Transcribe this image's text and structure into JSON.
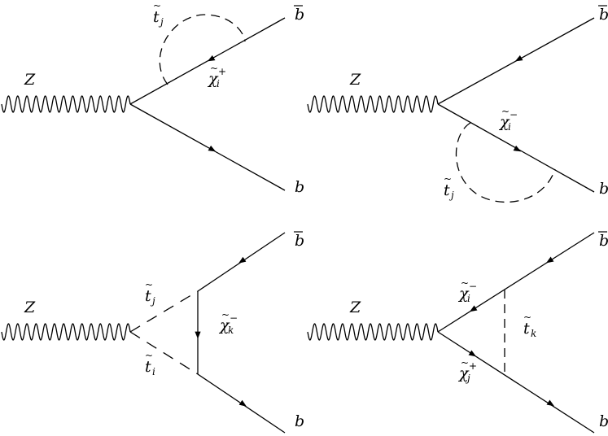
{
  "diagrams": [
    {
      "boson": "Z",
      "labels": [
        {
          "name": "stop-loop-label",
          "base": "t",
          "accent": "~",
          "sub": "j",
          "sup": ""
        },
        {
          "name": "chargino-label",
          "base": "χ",
          "accent": "~",
          "sub": "i",
          "sup": "+"
        },
        {
          "name": "bbar-label",
          "base": "b",
          "accent": "¯",
          "sub": "",
          "sup": ""
        },
        {
          "name": "b-label",
          "base": "b",
          "accent": "",
          "sub": "",
          "sup": ""
        }
      ]
    },
    {
      "boson": "Z",
      "labels": [
        {
          "name": "chargino-label",
          "base": "χ",
          "accent": "~",
          "sub": "i",
          "sup": "−"
        },
        {
          "name": "stop-loop-label",
          "base": "t",
          "accent": "~",
          "sub": "j",
          "sup": ""
        },
        {
          "name": "bbar-label",
          "base": "b",
          "accent": "¯",
          "sub": "",
          "sup": ""
        },
        {
          "name": "b-label",
          "base": "b",
          "accent": "",
          "sub": "",
          "sup": ""
        }
      ]
    },
    {
      "boson": "Z",
      "labels": [
        {
          "name": "stop-upper-label",
          "base": "t",
          "accent": "~",
          "sub": "j",
          "sup": ""
        },
        {
          "name": "stop-lower-label",
          "base": "t",
          "accent": "~",
          "sub": "i",
          "sup": ""
        },
        {
          "name": "chargino-label",
          "base": "χ",
          "accent": "~",
          "sub": "k",
          "sup": "−"
        },
        {
          "name": "bbar-label",
          "base": "b",
          "accent": "¯",
          "sub": "",
          "sup": ""
        },
        {
          "name": "b-label",
          "base": "b",
          "accent": "",
          "sub": "",
          "sup": ""
        }
      ]
    },
    {
      "boson": "Z",
      "labels": [
        {
          "name": "chargino-upper-label",
          "base": "χ",
          "accent": "~",
          "sub": "i",
          "sup": "−"
        },
        {
          "name": "chargino-lower-label",
          "base": "χ",
          "accent": "~",
          "sub": "j",
          "sup": "+"
        },
        {
          "name": "stop-exchange-label",
          "base": "t",
          "accent": "~",
          "sub": "k",
          "sup": ""
        },
        {
          "name": "bbar-label",
          "base": "b",
          "accent": "¯",
          "sub": "",
          "sup": ""
        },
        {
          "name": "b-label",
          "base": "b",
          "accent": "",
          "sub": "",
          "sup": ""
        }
      ]
    }
  ],
  "colors": {
    "ink": "#000000",
    "background": "#ffffff"
  }
}
